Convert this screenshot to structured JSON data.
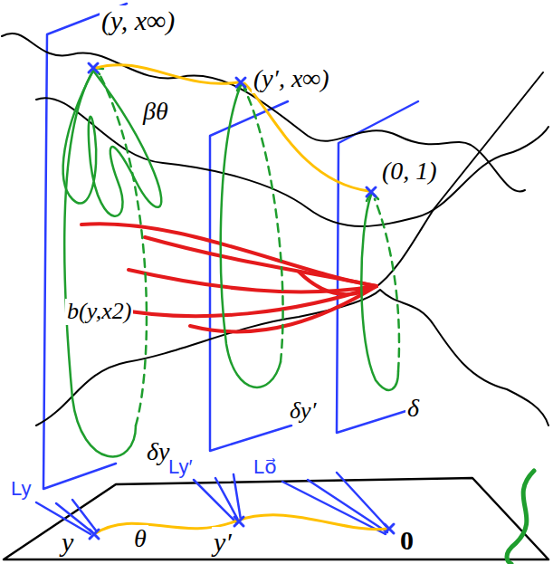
{
  "diagram": {
    "labels": [
      "(y, x∞)",
      "(y′, x∞)",
      "βθ",
      "(0, 1)",
      "b(y,x2)",
      "δy′",
      "δ",
      "δy",
      "Ly",
      "Ly′",
      "Lo⃗",
      "y",
      "θ",
      "y′",
      "0"
    ]
  }
}
